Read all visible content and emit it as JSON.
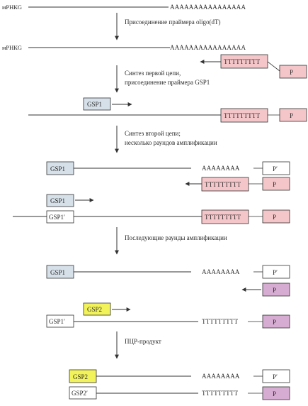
{
  "labels": {
    "mrna": "мРНКG",
    "poly_a": "AAAAAAAAAAAAAAAA",
    "poly_a_short": "AAAAAAAA",
    "poly_t": "TTTTTTTTT",
    "poly_t_open": "TTTTTTTTT"
  },
  "steps": {
    "step1": "Присоединение праймера oligo(dT)",
    "step2a": "Синтез первой цепи,",
    "step2b": "присоединение праймера GSP1",
    "step3a": "Синтез второй цепи;",
    "step3b": "несколько раундов амплификации",
    "step4": "Последующие раунды амплификации",
    "step5": "ПЦР-продукт"
  },
  "boxes": {
    "p": "P",
    "p_prime": "P′",
    "gsp1": "GSP1",
    "gsp1_prime": "GSP1′",
    "gsp2": "GSP2",
    "gsp2_prime": "GSP2′"
  },
  "colors": {
    "line": "#333333",
    "pink": "#f4c6c9",
    "purple": "#d6acd2",
    "blue_gray": "#d6e0e8",
    "yellow": "#f2f25a",
    "white": "#ffffff"
  }
}
